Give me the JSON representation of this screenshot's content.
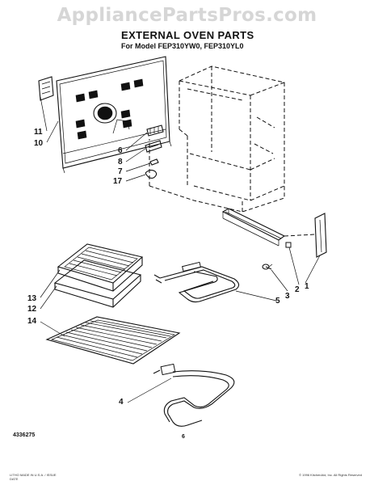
{
  "watermark": "AppliancePartsPros.com",
  "header": {
    "title": "EXTERNAL OVEN PARTS",
    "subtitle": "For Model FEP310YW0, FEP310YL0"
  },
  "callouts": [
    "11",
    "10",
    "6",
    "8",
    "7",
    "17",
    "1",
    "2",
    "3",
    "5",
    "13",
    "12",
    "14",
    "4"
  ],
  "footer": {
    "part_number": "4336275",
    "page_number": "6",
    "fine_print_left": "LITHO MADE IN U.S.A. / ISSUE DATE",
    "fine_print_right": "© 1996 KitchenAid, Inc. All Rights Reserved"
  }
}
